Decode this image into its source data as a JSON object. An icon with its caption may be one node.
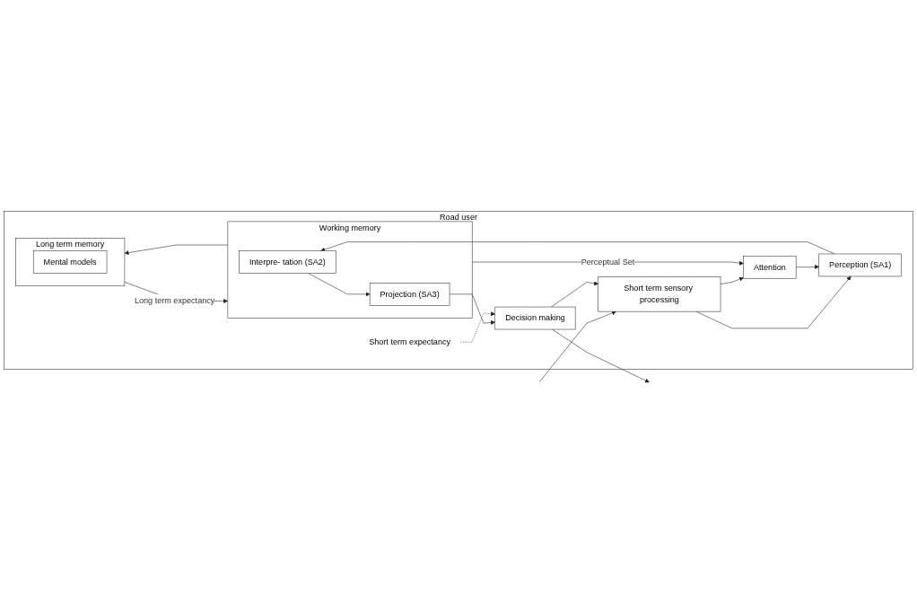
{
  "diagram": {
    "nodes": [
      {
        "text": [
          "Road user"
        ]
      },
      {
        "text": [
          "Long term memory"
        ],
        "in": 0
      },
      {
        "text": [
          "Mental models"
        ],
        "in": 1
      },
      {
        "text": [
          "Attention"
        ],
        "in": 0
      },
      {
        "text": [
          "Working memory"
        ],
        "in": 0
      },
      {
        "text": [
          "Short term sensory processing"
        ],
        "in": 0
      },
      {
        "text": [
          "Perception (SA1)"
        ],
        "in": 0
      },
      {
        "text": [
          "Interpre- tation (SA2)"
        ],
        "in": 4
      },
      {
        "text": [
          "Projection (SA3)"
        ],
        "in": 4
      },
      {
        "text": [
          "Decision making"
        ],
        "in": 0
      },
      {
        "text": [
          "Short term expectancy"
        ],
        "in": 0
      }
    ],
    "edges": [
      {
        "from": null,
        "to": 5,
        "arrow": "to"
      },
      {
        "from": 5,
        "to": 3,
        "arrow": "to"
      },
      {
        "from": 5,
        "to": 6,
        "arrow": "to"
      },
      {
        "from": 3,
        "to": 6,
        "arrow": "to"
      },
      {
        "from": 6,
        "to": 7,
        "arrow": "to"
      },
      {
        "from": 7,
        "to": 8,
        "arrow": "to"
      },
      {
        "from": 8,
        "to": 9,
        "arrow": "to"
      },
      {
        "from": 4,
        "to": 3,
        "label": "Perceptual Set",
        "arrow": "to"
      },
      {
        "from": 1,
        "to": 4,
        "label": "Long term expectancy",
        "arrow": "to"
      },
      {
        "from": 4,
        "to": 1,
        "arrow": "to"
      },
      {
        "from": 10,
        "to": 9,
        "arrow": "to",
        "style": "dashed"
      },
      {
        "from": 9,
        "to": null,
        "arrow": "to"
      },
      {
        "from": 9,
        "to": 5,
        "arrow": "to"
      }
    ]
  }
}
